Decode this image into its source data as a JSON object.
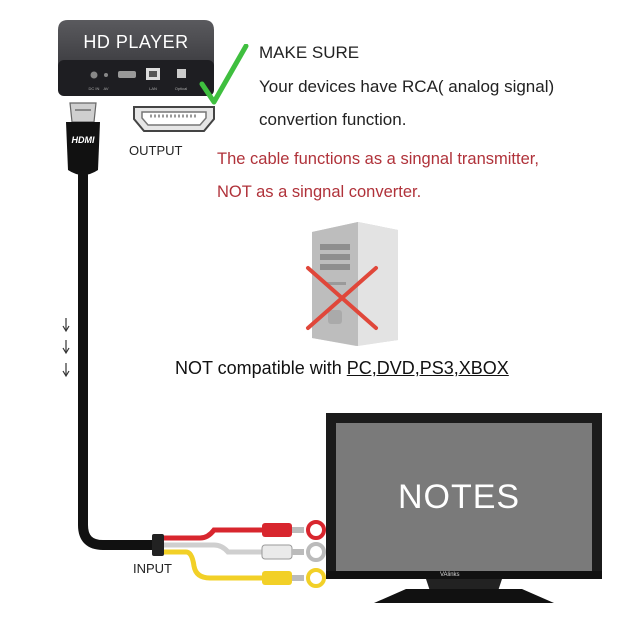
{
  "device": {
    "title": "HD PLAYER",
    "ports": [
      "DC IN",
      "AV",
      "LAN",
      "Optical"
    ]
  },
  "notice": {
    "heading": "MAKE SURE",
    "line1": "Your devices have RCA( analog signal)",
    "line2": "convertion function."
  },
  "labels": {
    "output": "OUTPUT",
    "input": "INPUT",
    "hdmi": "HDMI"
  },
  "warning": {
    "line1": "The cable functions as a singnal transmitter,",
    "line2": "NOT as a singnal converter."
  },
  "compat": {
    "prefix": "NOT compatible with ",
    "devices": "PC,DVD,PS3,XBOX"
  },
  "tv": {
    "screen_text": "NOTES",
    "brand": "VAlinks"
  },
  "colors": {
    "warning": "#b0323a",
    "check": "#3fbf3f",
    "cross": "#e0473a",
    "rca_red": "#d8262e",
    "rca_white": "#e8e8e8",
    "rca_yellow": "#f2d027"
  }
}
